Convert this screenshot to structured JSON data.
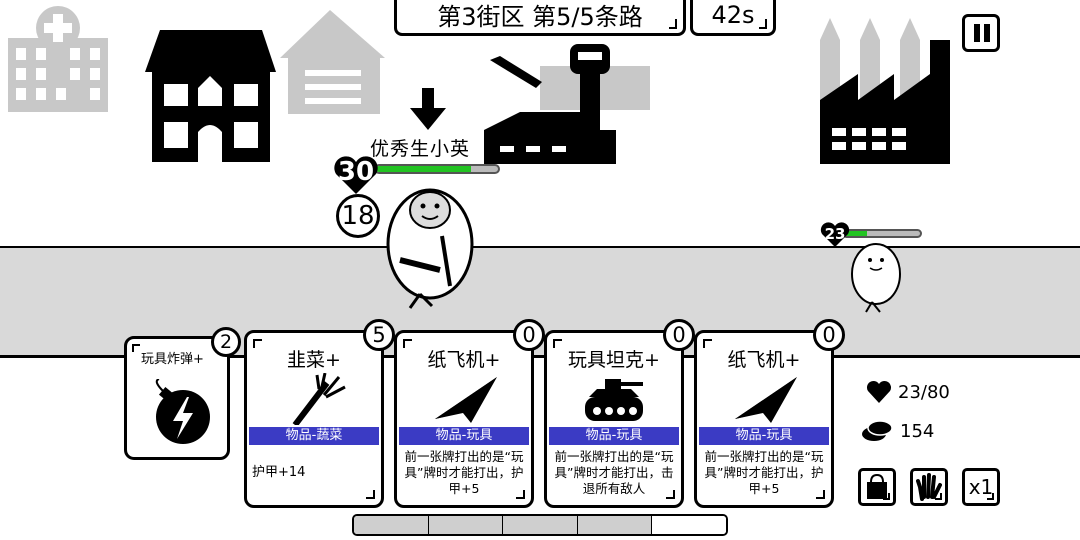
{
  "header": {
    "level_label": "第3街区 第5/5条路",
    "timer": "42s"
  },
  "enemy_main": {
    "name": "优秀生小英",
    "hp": "30",
    "shield": "18",
    "hp_fraction": 0.78
  },
  "enemy_small": {
    "hp": "23",
    "hp_fraction": 0.3
  },
  "cards": [
    {
      "name": "玩具炸弹+",
      "cost": "2"
    },
    {
      "name": "韭菜+",
      "cost": "5",
      "type": "物品-蔬菜",
      "desc": "护甲+14"
    },
    {
      "name": "纸飞机+",
      "cost": "0",
      "type": "物品-玩具",
      "desc": "前一张牌打出的是“玩具”牌时才能打出，护甲+5"
    },
    {
      "name": "玩具坦克+",
      "cost": "0",
      "type": "物品-玩具",
      "desc": "前一张牌打出的是“玩具”牌时才能打出，击退所有敌人"
    },
    {
      "name": "纸飞机+",
      "cost": "0",
      "type": "物品-玩具",
      "desc": "前一张牌打出的是“玩具”牌时才能打出，护甲+5"
    }
  ],
  "player": {
    "hp": "23/80",
    "coins": "154"
  },
  "controls": {
    "speed": "x1"
  },
  "progress": {
    "segments_filled": 4,
    "segments_total": 5
  },
  "colors": {
    "hp_green": "#22c422",
    "card_type_band": "#3b3bc4",
    "road": "#d9d9d9"
  },
  "icons": [
    "hospital-icon",
    "house-icon",
    "factory-icon",
    "airport-icon",
    "pause-icon",
    "heart-icon",
    "coin-icon",
    "bag-icon",
    "hand-icon",
    "bomb-icon",
    "leek-icon",
    "paper-plane-icon",
    "tank-icon"
  ]
}
